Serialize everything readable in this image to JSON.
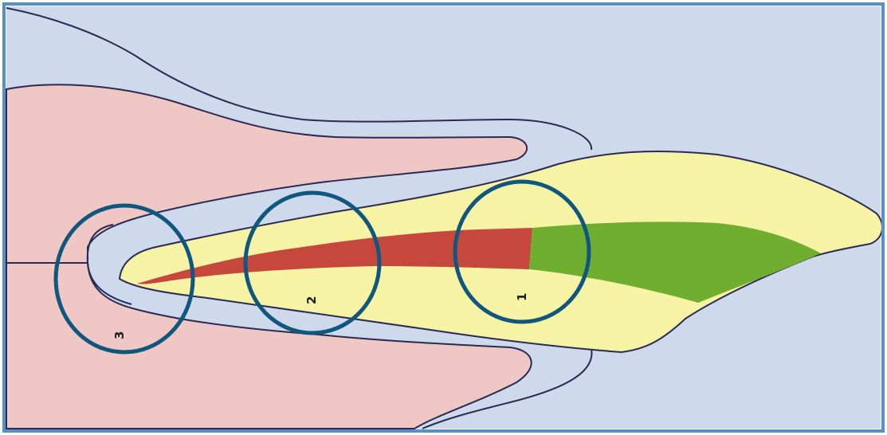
{
  "labels": {
    "region_1": "1",
    "region_2": "2",
    "region_3": "3"
  },
  "colors": {
    "background": "#cfd9ec",
    "bone": "#efc8c6",
    "tooth": "#f7f3a4",
    "pulp": "#c6473b",
    "filling": "#6fae2e",
    "outline": "#2a2a55",
    "circle": "#10577f",
    "border": "#5a8ec7"
  }
}
